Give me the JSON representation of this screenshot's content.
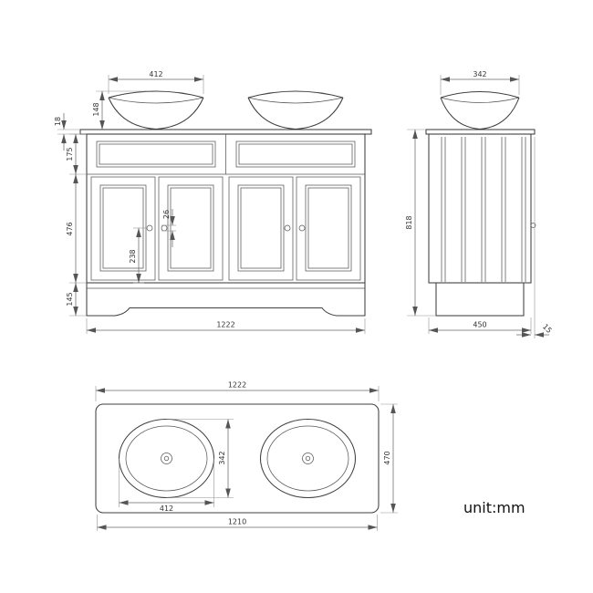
{
  "unit_label": "unit:mm",
  "front_view": {
    "dims": {
      "basin_width": "412",
      "basin_height": "148",
      "counter_thickness": "18",
      "drawer_band_height": "175",
      "door_height": "476",
      "knob_diameter": "26",
      "knob_to_door_bottom": "238",
      "plinth_height": "145",
      "overall_width": "1222"
    }
  },
  "side_view": {
    "dims": {
      "basin_depth": "342",
      "overall_height": "818",
      "cabinet_depth": "450",
      "counter_overhang": "15"
    }
  },
  "plan_view": {
    "dims": {
      "overall_width": "1222",
      "overall_depth": "470",
      "basin_depth": "342",
      "basin_width": "412",
      "secondary_width": "1210"
    }
  }
}
